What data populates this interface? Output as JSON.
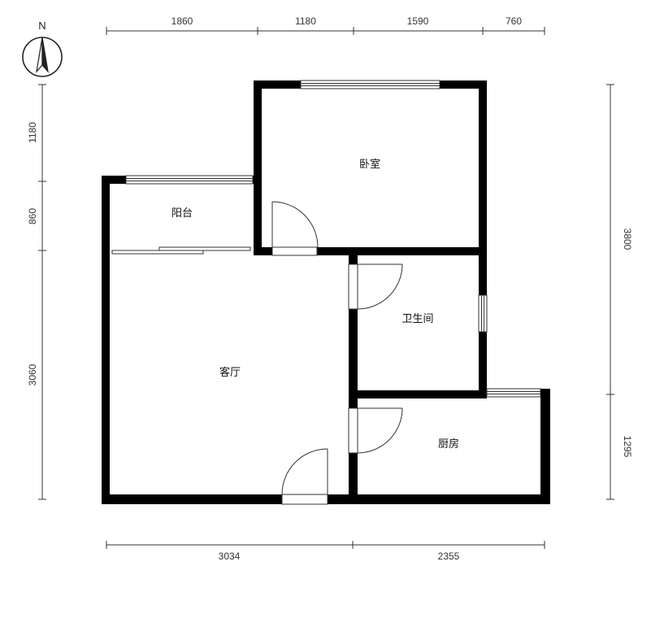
{
  "compass": {
    "label": "N",
    "icon": "north-arrow-icon"
  },
  "dimensions": {
    "top": [
      "1860",
      "1180",
      "1590",
      "760"
    ],
    "bottom": [
      "3034",
      "2355"
    ],
    "left": [
      "1180",
      "860",
      "3060"
    ],
    "right": [
      "3800",
      "1295"
    ]
  },
  "rooms": {
    "bedroom": "卧室",
    "balcony": "阳台",
    "bathroom": "卫生间",
    "living_room": "客厅",
    "kitchen": "厨房"
  },
  "colors": {
    "wall": "#000000",
    "line": "#333333",
    "background": "#ffffff",
    "opening": "#ffffff"
  }
}
